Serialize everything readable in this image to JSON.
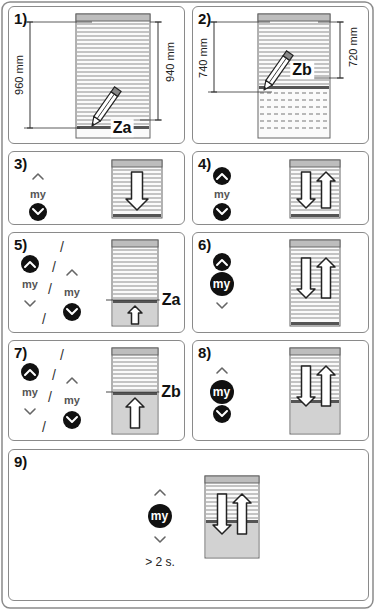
{
  "diagram": {
    "nodes": [
      {
        "text": [
          "1)"
        ]
      },
      {
        "text": [
          "2)"
        ]
      },
      {
        "text": [
          "3)"
        ]
      },
      {
        "text": [
          "4)"
        ]
      },
      {
        "text": [
          "5)"
        ]
      },
      {
        "text": [
          "6)"
        ]
      },
      {
        "text": [
          "my"
        ],
        "in": 5
      },
      {
        "text": [
          "7)"
        ]
      },
      {
        "text": [
          "8)"
        ]
      },
      {
        "text": [
          "my"
        ],
        "in": 8
      },
      {
        "text": [
          "9)"
        ]
      },
      {
        "text": [
          "my"
        ],
        "in": 10
      }
    ],
    "labels": [
      "960 mm",
      "940 mm",
      "Za",
      "740 mm",
      "720 mm",
      "Zb",
      "my",
      "my",
      "/",
      "/",
      "my",
      "/",
      "my",
      "/",
      "Za",
      "/",
      "/",
      "my",
      "/",
      "my",
      "/",
      "Zb",
      "> 2 s."
    ]
  }
}
